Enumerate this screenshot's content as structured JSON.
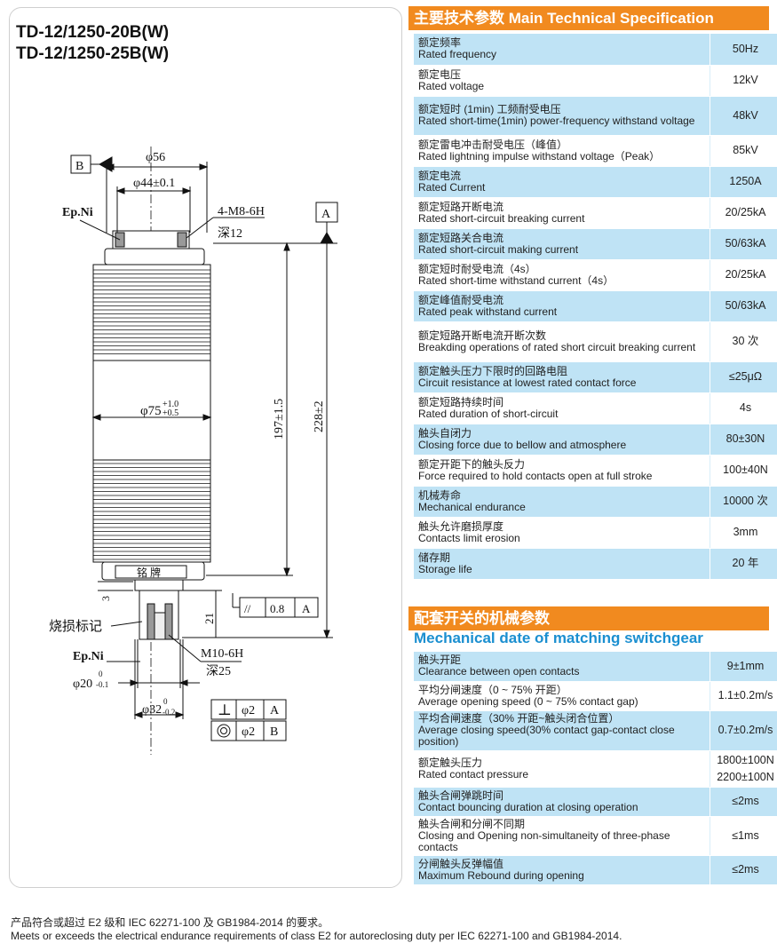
{
  "models": [
    "TD-12/1250-20B(W)",
    "TD-12/1250-25B(W)"
  ],
  "drawing": {
    "datum_b": "B",
    "datum_a": "A",
    "dim_56": "φ56",
    "dim_44": "φ44±0.1",
    "ep_ni_top": "Ep.Ni",
    "thread_top": "4-M8-6H",
    "depth_top": "深12",
    "dim_75": "φ75",
    "dim_75_tol_upper": "+1.0",
    "dim_75_tol_lower": "+0.5",
    "dim_197": "197±1.5",
    "dim_228": "228±2",
    "nameplate": "铭 牌",
    "dim_3": "3",
    "dim_21": "21",
    "burn_mark": "烧损标记",
    "parallel_symbol": "//",
    "parallel_value": "0.8",
    "parallel_datum": "A",
    "ep_ni_bottom": "Ep.Ni",
    "thread_bottom": "M10-6H",
    "depth_bottom": "深25",
    "dim_20": "φ20",
    "dim_20_tol_upper": "0",
    "dim_20_tol_lower": "-0.1",
    "dim_32": "φ32",
    "dim_32_tol_upper": "0",
    "dim_32_tol_lower": "-0.2",
    "perp_symbol": "⊥",
    "perp_value": "φ2",
    "perp_datum": "A",
    "conc_value": "φ2",
    "conc_datum": "B"
  },
  "spec1": {
    "title": "主要技术参数 Main Technical Specification",
    "rows": [
      {
        "zh": "额定频率",
        "en": "Rated frequency",
        "value": "50Hz"
      },
      {
        "zh": "额定电压",
        "en": "Rated voltage",
        "value": "12kV"
      },
      {
        "zh": "额定短时 (1min) 工频耐受电压",
        "en": "Rated short-time(1min) power-frequency withstand voltage",
        "value": "48kV"
      },
      {
        "zh": "额定雷电冲击耐受电压（峰值）",
        "en": "Rated lightning impulse withstand voltage（Peak）",
        "value": "85kV"
      },
      {
        "zh": "额定电流",
        "en": "Rated Current",
        "value": "1250A"
      },
      {
        "zh": "额定短路开断电流",
        "en": "Rated short-circuit breaking current",
        "value": "20/25kA"
      },
      {
        "zh": "额定短路关合电流",
        "en": "Rated short-circuit making current",
        "value": "50/63kA"
      },
      {
        "zh": "额定短时耐受电流（4s）",
        "en": "Rated short-time withstand current（4s）",
        "value": "20/25kA"
      },
      {
        "zh": "额定峰值耐受电流",
        "en": "Rated peak withstand current",
        "value": "50/63kA"
      },
      {
        "zh": "额定短路开断电流开断次数",
        "en": "Breakding operations of rated short circuit breaking current",
        "value": "30 次"
      },
      {
        "zh": "额定触头压力下限时的回路电阻",
        "en": "Circuit resistance at lowest rated contact force",
        "value": "≤25μΩ"
      },
      {
        "zh": "额定短路持续时间",
        "en": "Rated duration of short-circuit",
        "value": "4s"
      },
      {
        "zh": "触头自闭力",
        "en": "Closing force due to bellow and atmosphere",
        "value": "80±30N"
      },
      {
        "zh": "额定开距下的触头反力",
        "en": "Force required to hold contacts open at full stroke",
        "value": "100±40N"
      },
      {
        "zh": "机械寿命",
        "en": "Mechanical endurance",
        "value": "10000 次"
      },
      {
        "zh": "触头允许磨损厚度",
        "en": "Contacts limit erosion",
        "value": "3mm"
      },
      {
        "zh": "储存期",
        "en": "Storage life",
        "value": "20 年"
      }
    ]
  },
  "spec2": {
    "title": "配套开关的机械参数",
    "subtitle": "Mechanical date of matching switchgear",
    "rows": [
      {
        "zh": "触头开距",
        "en": "Clearance between open contacts",
        "value": "9±1mm"
      },
      {
        "zh": "平均分闸速度（0 ~ 75% 开距）",
        "en": "Average opening speed (0 ~ 75% contact gap)",
        "value": "1.1±0.2m/s"
      },
      {
        "zh": "平均合闸速度（30% 开距~触头闭合位置）",
        "en": "Average closing speed(30% contact gap-contact close position)",
        "value": "0.7±0.2m/s"
      },
      {
        "zh": "额定触头压力",
        "en": "Rated contact pressure",
        "value": "1800±100N",
        "value2": "2200±100N"
      },
      {
        "zh": "触头合闸弹跳时间",
        "en": "Contact bouncing duration at closing operation",
        "value": "≤2ms"
      },
      {
        "zh": "触头合闸和分闸不同期",
        "en": "Closing and Opening non-simultaneity of three-phase contacts",
        "value": "≤1ms"
      },
      {
        "zh": "分闸触头反弹幅值",
        "en": "Maximum Rebound during opening",
        "value": "≤2ms"
      }
    ]
  },
  "footer": {
    "zh": "产品符合或超过 E2 级和 IEC 62271-100 及 GB1984-2014 的要求。",
    "en": "Meets or exceeds the electrical endurance requirements of class E2 for autoreclosing duty per IEC 62271-100 and GB1984-2014."
  },
  "colors": {
    "header_orange": "#f18a1f",
    "row_blue": "#bfe3f5",
    "subtitle_blue": "#1b8fd0"
  }
}
